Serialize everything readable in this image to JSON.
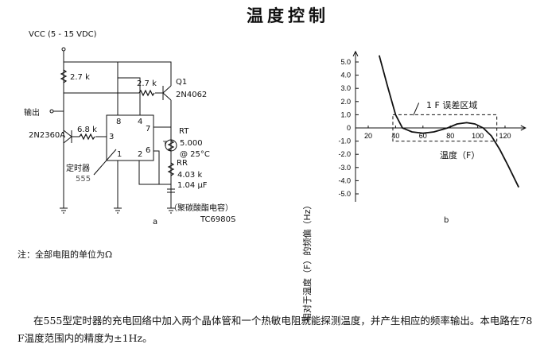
{
  "title": "温度控制",
  "circuit": {
    "vcc": "VCC (5 - 15 VDC)",
    "r1": "2.7 k",
    "r2": "2.7 k",
    "q1": "Q1",
    "q1_part": "2N4062",
    "output": "输出",
    "q2_part": "2N2360A",
    "r3": "6.8 k",
    "pins": [
      "8",
      "4",
      "7",
      "3",
      "6",
      "1",
      "2"
    ],
    "timer": "定时器",
    "timer_part": "555",
    "rt": "RT",
    "rt_value": "5.000",
    "rt_temp": "@ 25°C",
    "thermistor": "T",
    "rr": "RR",
    "rr_value": "4.03 k",
    "cap": "1.04 μF",
    "cap_type": "（聚碳酸酯电容）",
    "label": "a",
    "code": "TC6980S"
  },
  "chart_data": {
    "type": "line",
    "ylabel": "相对于温度（F）的频偏（Hz）",
    "xlabel": "温度（F）",
    "annotation": "1 F 误差区域",
    "label": "b",
    "yticks": [
      "5.0",
      "4.0",
      "3.0",
      "2.0",
      "1.0",
      "0",
      "-1.0",
      "-2.0",
      "-3.0",
      "-4.0",
      "-5.0"
    ],
    "xticks": [
      "20",
      "40",
      "60",
      "80",
      "100",
      "120"
    ],
    "xlim": [
      10,
      135
    ],
    "ylim": [
      -5.5,
      5.8
    ],
    "error_band": {
      "x": [
        38,
        114
      ],
      "y": [
        -1,
        1
      ]
    },
    "x": [
      28,
      34,
      40,
      45,
      52,
      60,
      68,
      78,
      85,
      92,
      98,
      104,
      110,
      116,
      122,
      130
    ],
    "y": [
      5.5,
      3.2,
      1.0,
      0,
      -0.3,
      -0.4,
      -0.3,
      0,
      0.3,
      0.4,
      0.3,
      0,
      -0.6,
      -1.6,
      -2.8,
      -4.5
    ]
  },
  "note": "注：全部电阻的单位为Ω",
  "paragraph": "在555型定时器的充电回络中加入两个晶体管和一个热敏电阻就能探测温度，并产生相应的频率输出。本电路在78 F温度范围内的精度为±1Hz。"
}
